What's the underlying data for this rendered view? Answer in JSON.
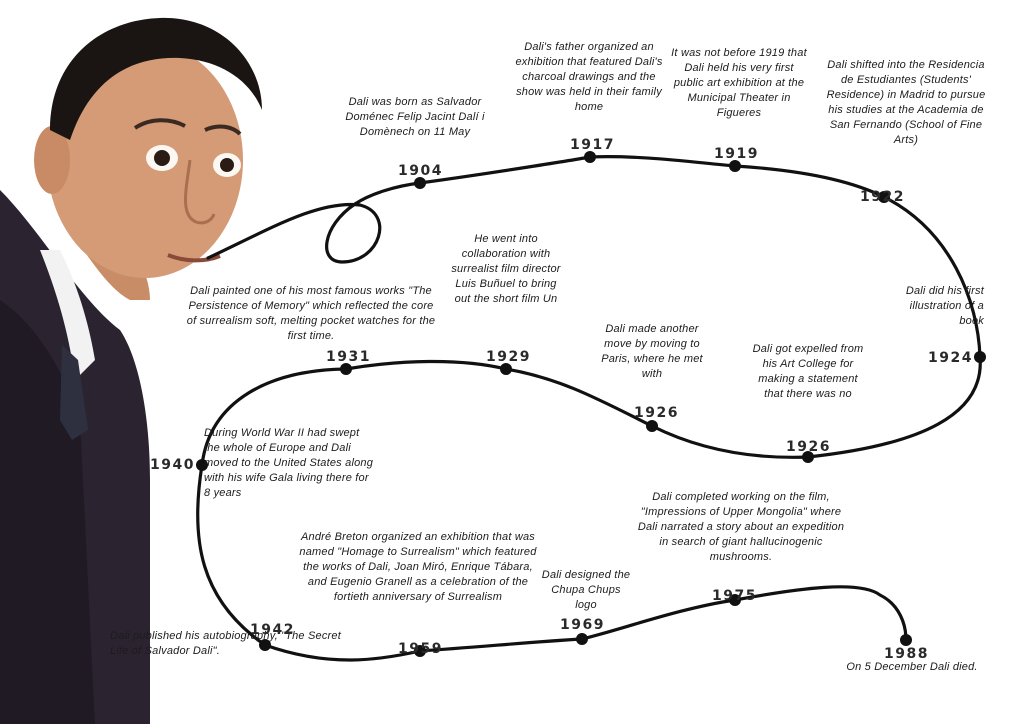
{
  "timeline": {
    "events": [
      {
        "year": "1904",
        "text": "Dali was born as Salvador Doménec Felip Jacint Dalí i Domènech on 11 May"
      },
      {
        "year": "1917",
        "text": "Dali's father organized an exhibition that featured Dali's charcoal drawings and the show was held in their family home"
      },
      {
        "year": "1919",
        "text": "It was not before 1919 that Dali held his very first public art exhibition at the Municipal Theater in Figueres"
      },
      {
        "year": "1922",
        "text": "Dali shifted into the Residencia de Estudiantes (Students' Residence) in Madrid to pursue his studies at the Academia de San Fernando (School of Fine Arts)"
      },
      {
        "year": "1924",
        "text": "Dali did his first illustration of a book"
      },
      {
        "year": "1926",
        "text": "Dali got expelled from his Art College for making a statement that there was no"
      },
      {
        "year": "1926",
        "text": "Dali made another move by moving to Paris, where he met with"
      },
      {
        "year": "1929",
        "text": "He went into collaboration with surrealist film director Luis Buñuel to bring out the short film Un"
      },
      {
        "year": "1931",
        "text": "Dali painted one of his most famous works \"The Persistence of Memory\" which reflected the core of surrealism soft, melting pocket watches for the first time."
      },
      {
        "year": "1940",
        "text": "During World War II had swept the whole of Europe and Dali moved to the United States along with his wife Gala living there for 8 years"
      },
      {
        "year": "1942",
        "text": "Dali published his autobiography, \"The Secret Life of Salvador Dali\"."
      },
      {
        "year": "1959",
        "text": "André Breton organized an exhibition that was named \"Homage to Surrealism\" which featured the works of Dali, Joan Miró, Enrique Tábara, and Eugenio Granell as a celebration of the fortieth anniversary of Surrealism"
      },
      {
        "year": "1969",
        "text": "Dali designed the Chupa Chups logo"
      },
      {
        "year": "1975",
        "text": "Dali completed working on the film, \"Impressions of Upper Mongolia\" where Dali narrated a story about an expedition in search of giant hallucinogenic mushrooms."
      },
      {
        "year": "1988",
        "text": "On 5 December Dali died."
      }
    ]
  }
}
